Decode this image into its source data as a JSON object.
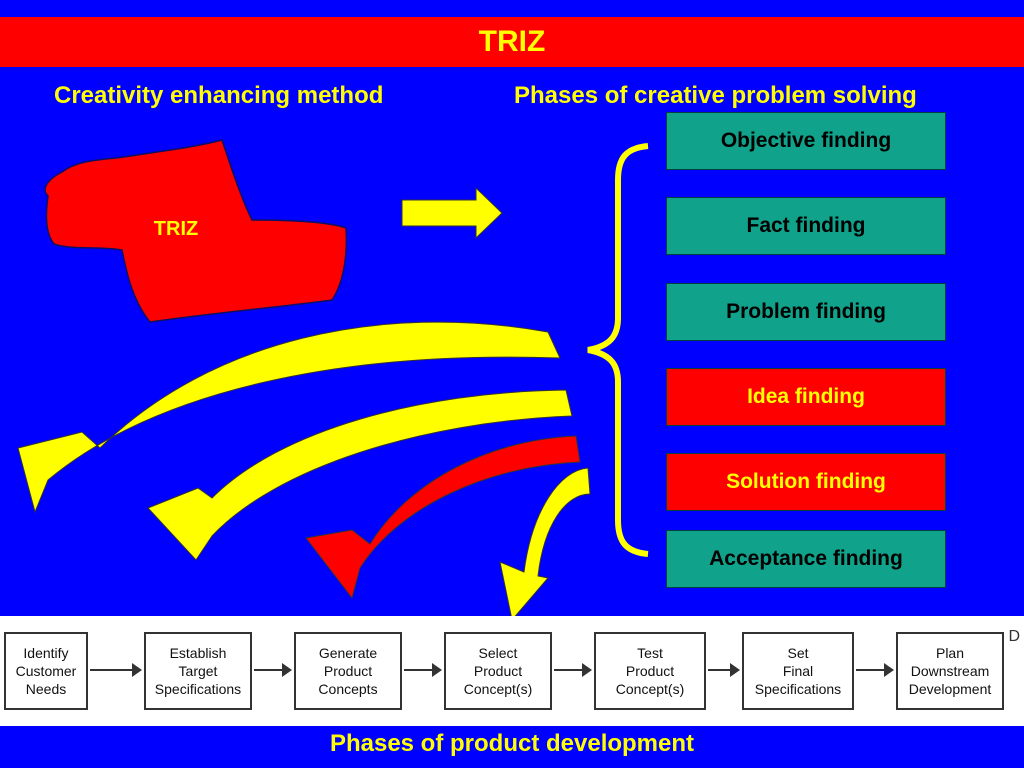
{
  "title": "TRIZ",
  "left_heading": "Creativity enhancing method",
  "right_heading": "Phases of creative problem solving",
  "blob_label": "TRIZ",
  "phases": [
    {
      "label": "Objective finding",
      "highlight": false
    },
    {
      "label": "Fact finding",
      "highlight": false
    },
    {
      "label": "Problem finding",
      "highlight": false
    },
    {
      "label": "Idea finding",
      "highlight": true
    },
    {
      "label": "Solution finding",
      "highlight": true
    },
    {
      "label": "Acceptance finding",
      "highlight": false
    }
  ],
  "product_development": {
    "steps": [
      "Identify\nCustomer\nNeeds",
      "Establish\nTarget\nSpecifications",
      "Generate\nProduct\nConcepts",
      "Select\nProduct\nConcept(s)",
      "Test\nProduct\nConcept(s)",
      "Set\nFinal\nSpecifications",
      "Plan\nDownstream\nDevelopment"
    ],
    "cut_off_text": "D"
  },
  "footer": "Phases of product development",
  "colors": {
    "background": "#0000ff",
    "title_bar": "#ff0000",
    "text_yellow": "#ffff00",
    "box_teal": "#10a28a",
    "box_red": "#ff0000"
  }
}
